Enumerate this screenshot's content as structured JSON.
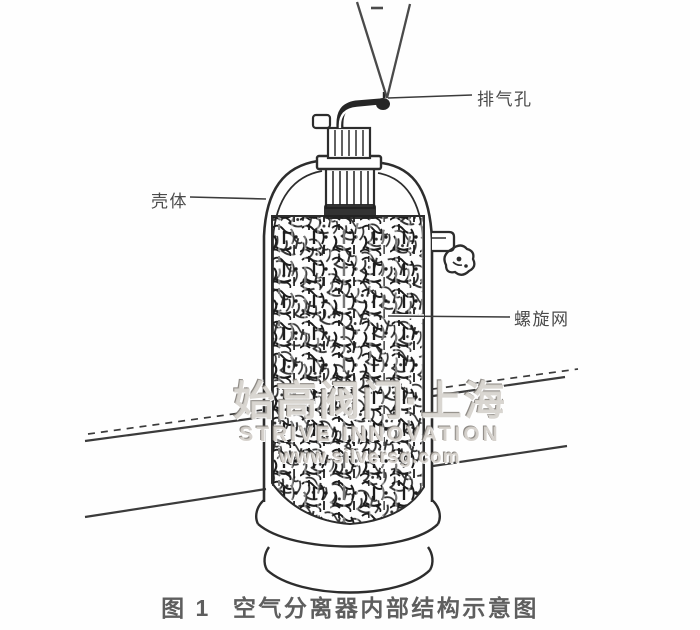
{
  "labels": {
    "shell": "壳体",
    "vent_hole": "排气孔",
    "spiral_mesh": "螺旋网"
  },
  "caption": {
    "prefix": "图 1",
    "title": "空气分离器内部结构示意图"
  },
  "watermark": {
    "cn": "始高阀门·上海",
    "en": "STRIVE INNOVATION",
    "url": "www.silversg.com"
  },
  "colors": {
    "line_ink": "#3b3b3b",
    "outline_ink": "#2d2d2d",
    "mesh_ink": "#1c1c1c",
    "label_text": "#4a4a4a",
    "caption_text": "#5e5e5e",
    "background": "#fefefe"
  }
}
